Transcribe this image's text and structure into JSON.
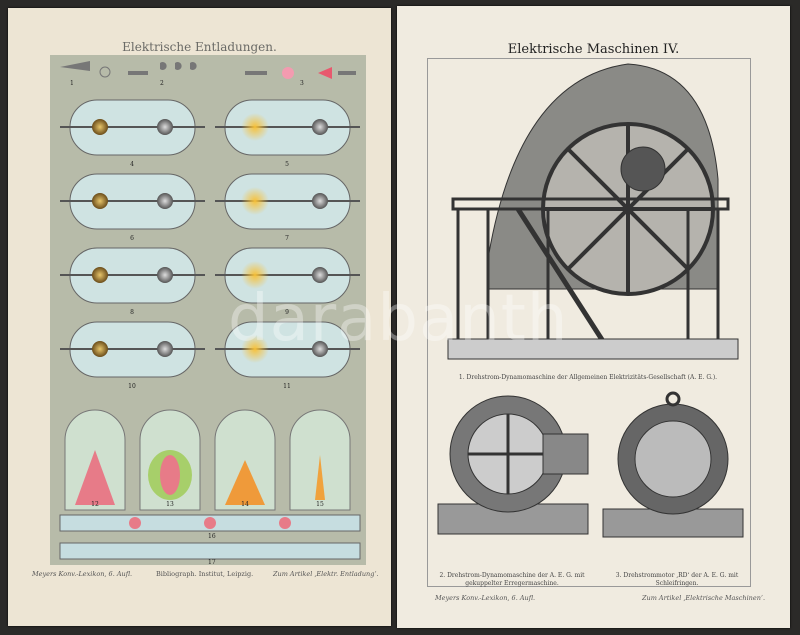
{
  "left_page": {
    "title": "Elektrische Entladungen.",
    "figure_numbers": [
      "1",
      "2",
      "3",
      "4",
      "5",
      "6",
      "7",
      "8",
      "9",
      "10",
      "11",
      "12",
      "13",
      "14",
      "15",
      "16",
      "17"
    ],
    "footer_left": "Meyers Konv.-Lexikon, 6. Aufl.",
    "footer_center": "Bibliograph. Institut, Leipzig.",
    "footer_right": "Zum Artikel ‚Elektr. Entladung‘."
  },
  "right_page": {
    "title": "Elektrische Maschinen IV.",
    "caption_1": "1. Drehstrom-Dynamomaschine der Allgemeinen Elektrizitäts-Gesellschaft (A. E. G.).",
    "caption_2a": "2. Drehstrom-Dynamomaschine der A. E. G. mit",
    "caption_2b": "gekuppelter Erregermaschine.",
    "caption_3a": "3. Drehstrommotor ‚RD‘ der A. E. G. mit",
    "caption_3b": "Schleifringen.",
    "footer_left": "Meyers Konv.-Lexikon, 6. Aufl.",
    "footer_right": "Zum Artikel ‚Elektrische Maschinen‘."
  },
  "watermark": "darabanth"
}
